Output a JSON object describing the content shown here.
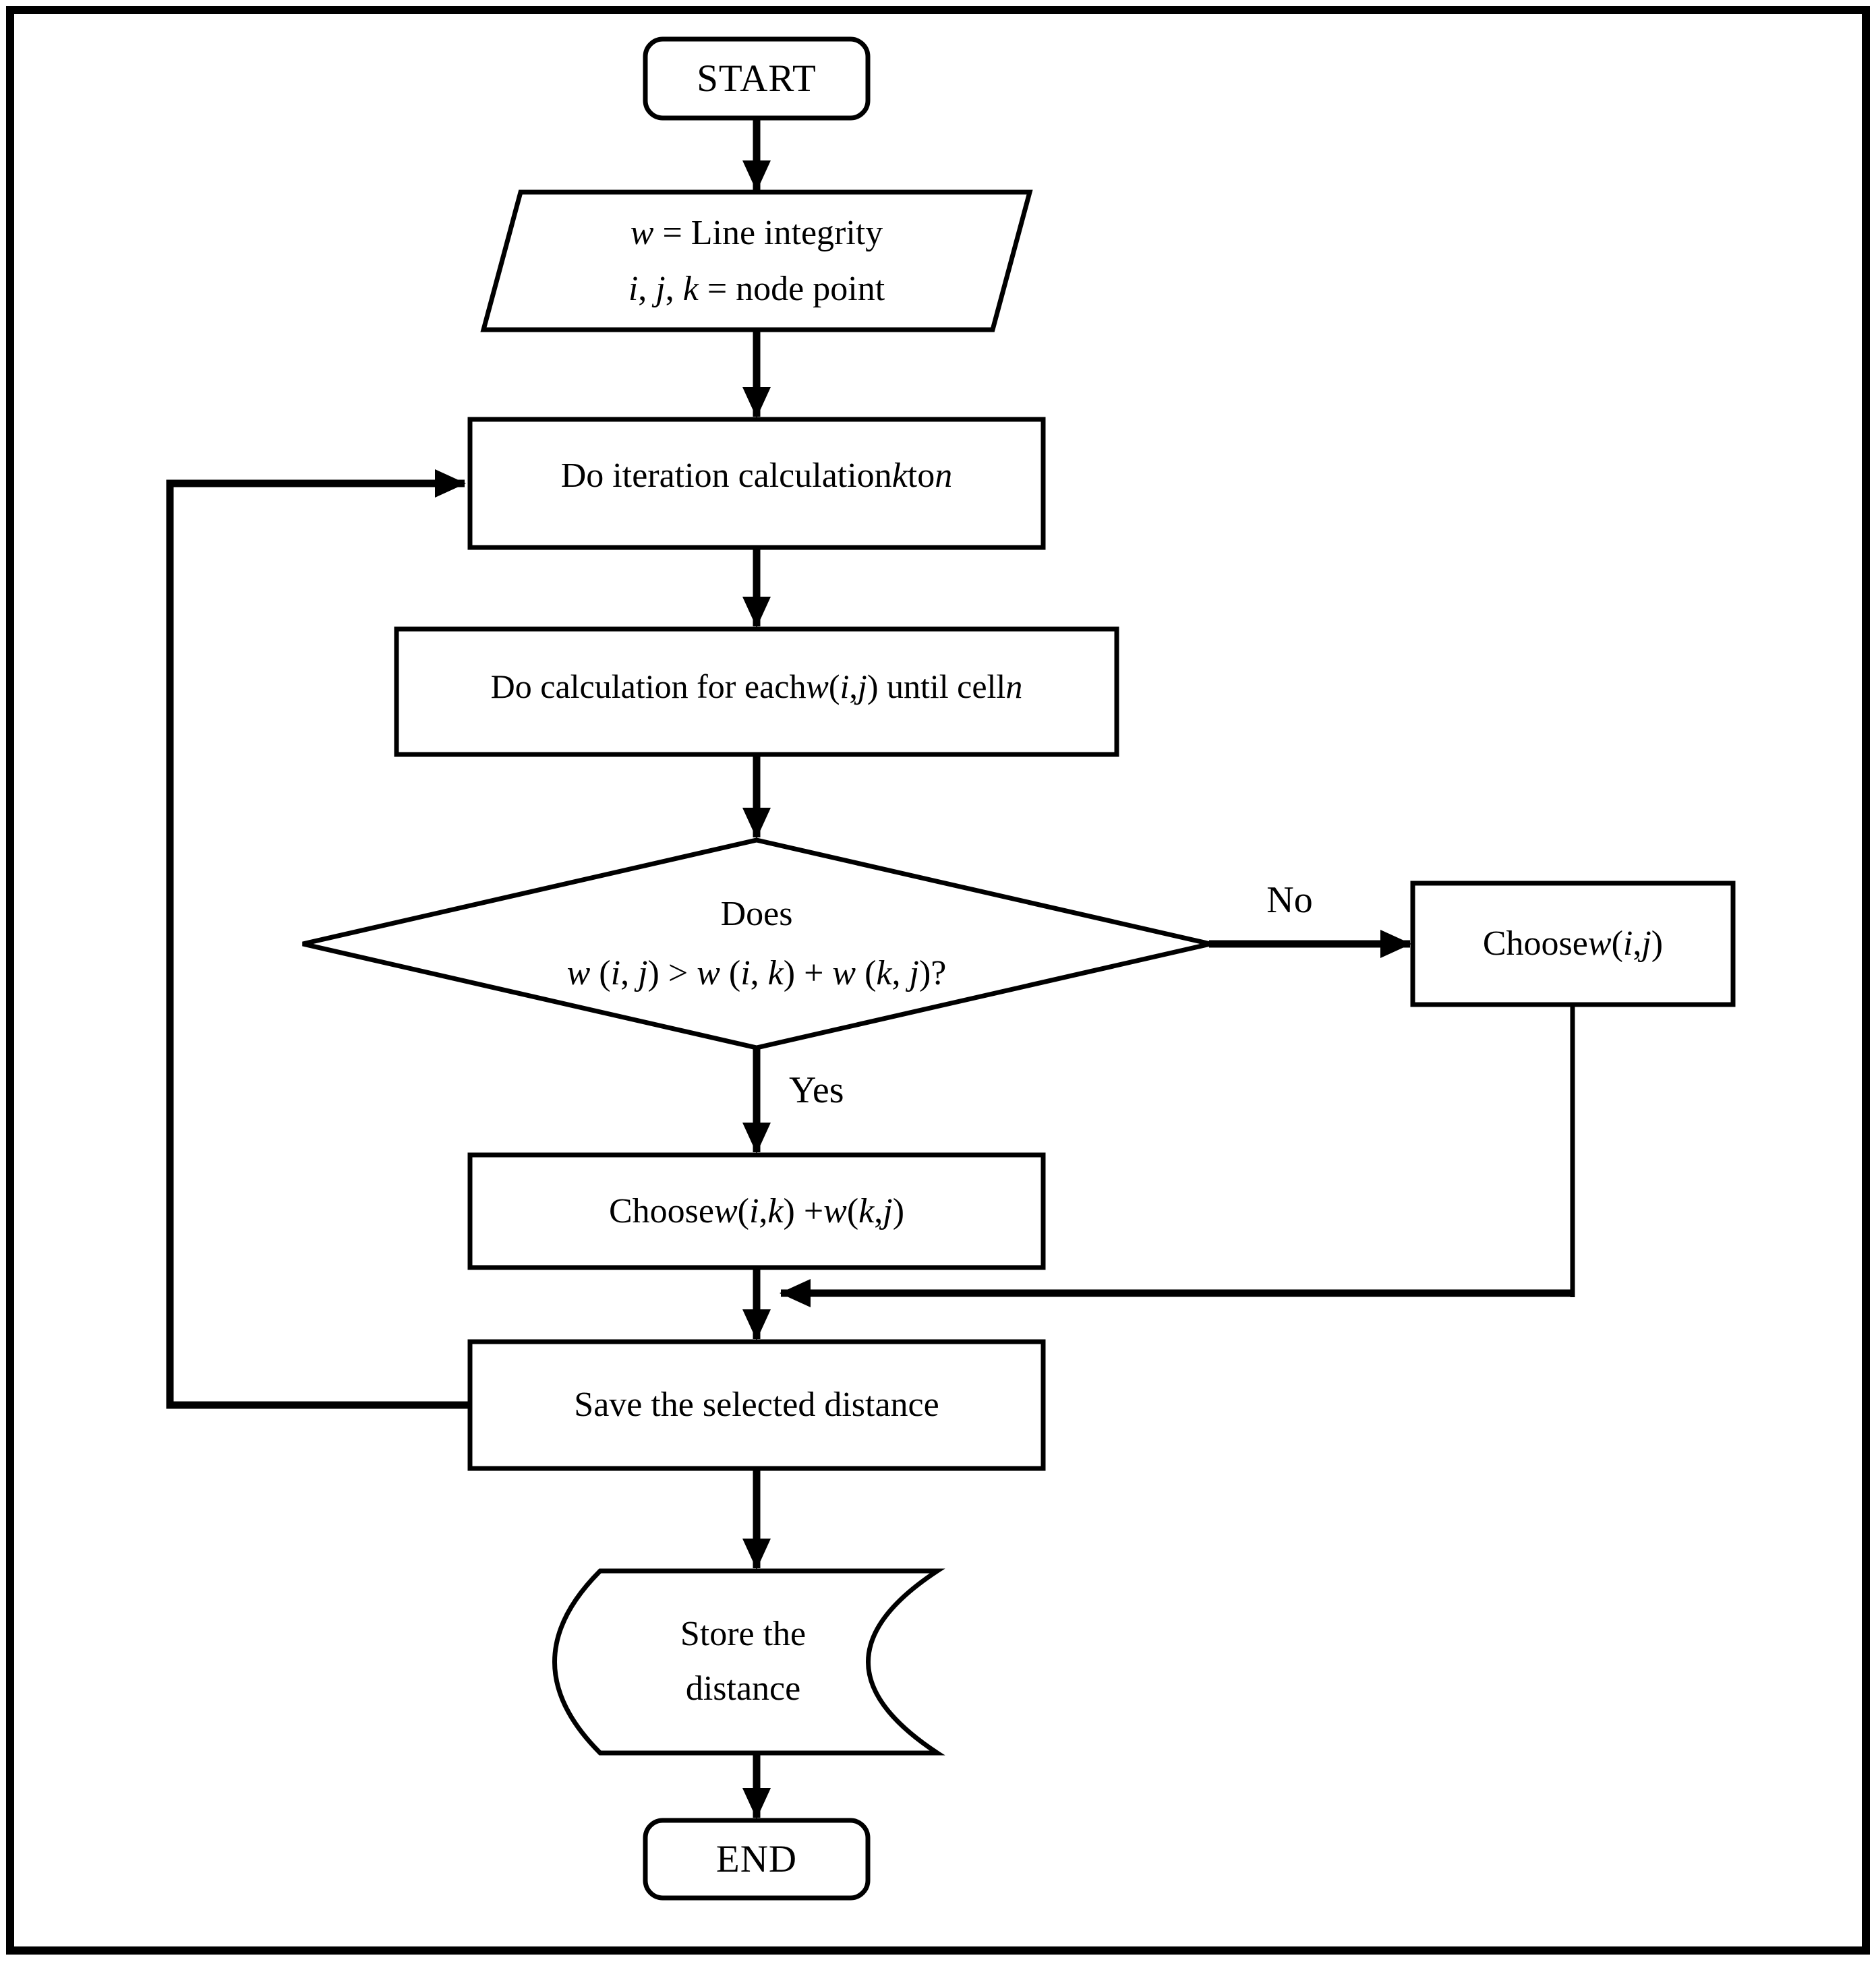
{
  "flowchart": {
    "colors": {
      "stroke": "#000000",
      "background": "#ffffff",
      "text": "#000000"
    },
    "nodes": {
      "start": {
        "type": "terminator",
        "label": "START"
      },
      "input": {
        "type": "data-parallelogram",
        "lines": [
          [
            {
              "t": "w",
              "i": true
            },
            {
              "t": " = Line integrity"
            }
          ],
          [
            {
              "t": "i",
              "i": true
            },
            {
              "t": ", "
            },
            {
              "t": "j",
              "i": true
            },
            {
              "t": ", "
            },
            {
              "t": "k",
              "i": true
            },
            {
              "t": " = node point"
            }
          ]
        ]
      },
      "iteration": {
        "type": "process",
        "segments": [
          {
            "t": "Do iteration calculation "
          },
          {
            "t": "k",
            "i": true
          },
          {
            "t": " to "
          },
          {
            "t": "n",
            "i": true
          }
        ]
      },
      "calculation": {
        "type": "process",
        "segments": [
          {
            "t": "Do calculation for each "
          },
          {
            "t": "w",
            "i": true
          },
          {
            "t": " ("
          },
          {
            "t": "i",
            "i": true
          },
          {
            "t": ", "
          },
          {
            "t": "j",
            "i": true
          },
          {
            "t": ") until cell "
          },
          {
            "t": "n",
            "i": true
          }
        ]
      },
      "decision": {
        "type": "decision",
        "line1": "Does",
        "line2": [
          {
            "t": "w",
            "i": true
          },
          {
            "t": " ("
          },
          {
            "t": "i",
            "i": true
          },
          {
            "t": ", "
          },
          {
            "t": "j",
            "i": true
          },
          {
            "t": ") > "
          },
          {
            "t": "w",
            "i": true
          },
          {
            "t": " ("
          },
          {
            "t": "i",
            "i": true
          },
          {
            "t": ", "
          },
          {
            "t": "k",
            "i": true
          },
          {
            "t": ") + "
          },
          {
            "t": "w",
            "i": true
          },
          {
            "t": " ("
          },
          {
            "t": "k",
            "i": true
          },
          {
            "t": ", "
          },
          {
            "t": "j",
            "i": true
          },
          {
            "t": ")?"
          }
        ]
      },
      "choose_no": {
        "type": "process",
        "segments": [
          {
            "t": "Choose "
          },
          {
            "t": "w",
            "i": true
          },
          {
            "t": " ("
          },
          {
            "t": "i",
            "i": true
          },
          {
            "t": ", "
          },
          {
            "t": "j",
            "i": true
          },
          {
            "t": ")"
          }
        ]
      },
      "choose_yes": {
        "type": "process",
        "segments": [
          {
            "t": "Choose "
          },
          {
            "t": "w",
            "i": true
          },
          {
            "t": " ("
          },
          {
            "t": "i",
            "i": true
          },
          {
            "t": ", "
          },
          {
            "t": "k",
            "i": true
          },
          {
            "t": ") + "
          },
          {
            "t": "w",
            "i": true
          },
          {
            "t": " ("
          },
          {
            "t": "k",
            "i": true
          },
          {
            "t": ", "
          },
          {
            "t": "j",
            "i": true
          },
          {
            "t": ")"
          }
        ]
      },
      "save": {
        "type": "process",
        "label": "Save the selected distance"
      },
      "store": {
        "type": "stored-data",
        "lines": [
          "Store the",
          "distance"
        ]
      },
      "end": {
        "type": "terminator",
        "label": "END"
      }
    },
    "edges": {
      "yes_label": "Yes",
      "no_label": "No"
    }
  }
}
